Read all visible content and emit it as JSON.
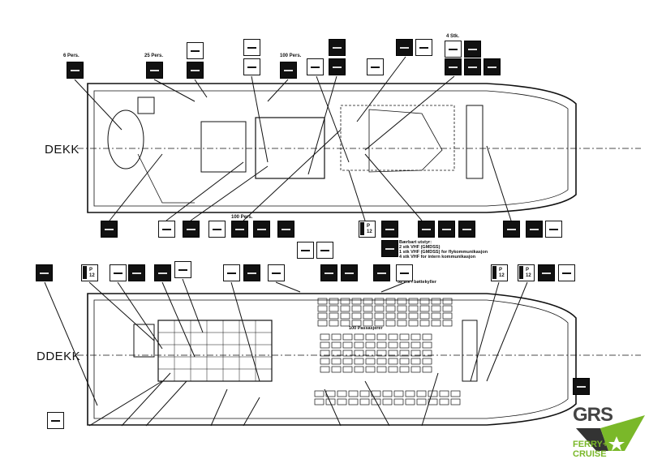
{
  "decks": {
    "upper_label": "DEKK",
    "lower_label": "DDEKK"
  },
  "upper_labels": {
    "raft_6": "6 Pers.",
    "raft_25": "25 Pers.",
    "raft_100_top": "100 Pers.",
    "count_4": "4 Stk.",
    "raft_100_bottom": "100 Pers.",
    "p12": "P 12"
  },
  "notes": {
    "radio_line1": "Bærbart utstyr:",
    "radio_line2": "2 stk VHF (GMDSS)",
    "radio_line3": "1 stk VHF (GMDSS) for flykommunikasjon",
    "radio_line4": "4 stk VHF for intern kommunikasjon",
    "lifejackets": "32 stk i bøttekyller",
    "seats": "100 Passasjerer"
  },
  "logo": {
    "brand": "GRS",
    "line1": "FERRY+",
    "line2": "CRUISE",
    "accent": "#7ab829"
  }
}
